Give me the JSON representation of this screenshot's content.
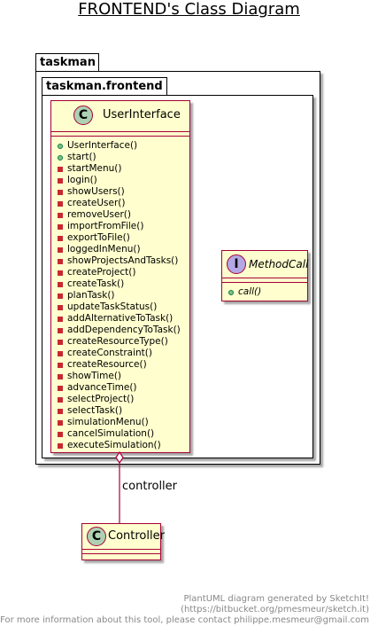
{
  "title": "FRONTEND's Class Diagram",
  "packages": {
    "outer": "taskman",
    "inner": "taskman.frontend"
  },
  "classes": {
    "user_interface": {
      "stereotype": "C",
      "name": "UserInterface",
      "methods": [
        {
          "vis": "public",
          "name": "UserInterface()"
        },
        {
          "vis": "public",
          "name": "start()"
        },
        {
          "vis": "private",
          "name": "startMenu()"
        },
        {
          "vis": "private",
          "name": "login()"
        },
        {
          "vis": "private",
          "name": "showUsers()"
        },
        {
          "vis": "private",
          "name": "createUser()"
        },
        {
          "vis": "private",
          "name": "removeUser()"
        },
        {
          "vis": "private",
          "name": "importFromFile()"
        },
        {
          "vis": "private",
          "name": "exportToFile()"
        },
        {
          "vis": "private",
          "name": "loggedInMenu()"
        },
        {
          "vis": "private",
          "name": "showProjectsAndTasks()"
        },
        {
          "vis": "private",
          "name": "createProject()"
        },
        {
          "vis": "private",
          "name": "createTask()"
        },
        {
          "vis": "private",
          "name": "planTask()"
        },
        {
          "vis": "private",
          "name": "updateTaskStatus()"
        },
        {
          "vis": "private",
          "name": "addAlternativeToTask()"
        },
        {
          "vis": "private",
          "name": "addDependencyToTask()"
        },
        {
          "vis": "private",
          "name": "createResourceType()"
        },
        {
          "vis": "private",
          "name": "createConstraint()"
        },
        {
          "vis": "private",
          "name": "createResource()"
        },
        {
          "vis": "private",
          "name": "showTime()"
        },
        {
          "vis": "private",
          "name": "advanceTime()"
        },
        {
          "vis": "private",
          "name": "selectProject()"
        },
        {
          "vis": "private",
          "name": "selectTask()"
        },
        {
          "vis": "private",
          "name": "simulationMenu()"
        },
        {
          "vis": "private",
          "name": "cancelSimulation()"
        },
        {
          "vis": "private",
          "name": "executeSimulation()"
        }
      ]
    },
    "method_call": {
      "stereotype": "I",
      "name": "MethodCall",
      "methods": [
        {
          "vis": "public",
          "name": "call()"
        }
      ]
    },
    "controller": {
      "stereotype": "C",
      "name": "Controller"
    }
  },
  "relation": {
    "label": "controller"
  },
  "colors": {
    "class_fill": "#fefece",
    "class_border": "#a80036",
    "class_badge": "#add1b2",
    "interface_badge": "#b4a7e5"
  },
  "footer": {
    "line1": "PlantUML diagram generated by SketchIt! (https://bitbucket.org/pmesmeur/sketch.it)",
    "line2": "For more information about this tool, please contact philippe.mesmeur@gmail.com"
  }
}
